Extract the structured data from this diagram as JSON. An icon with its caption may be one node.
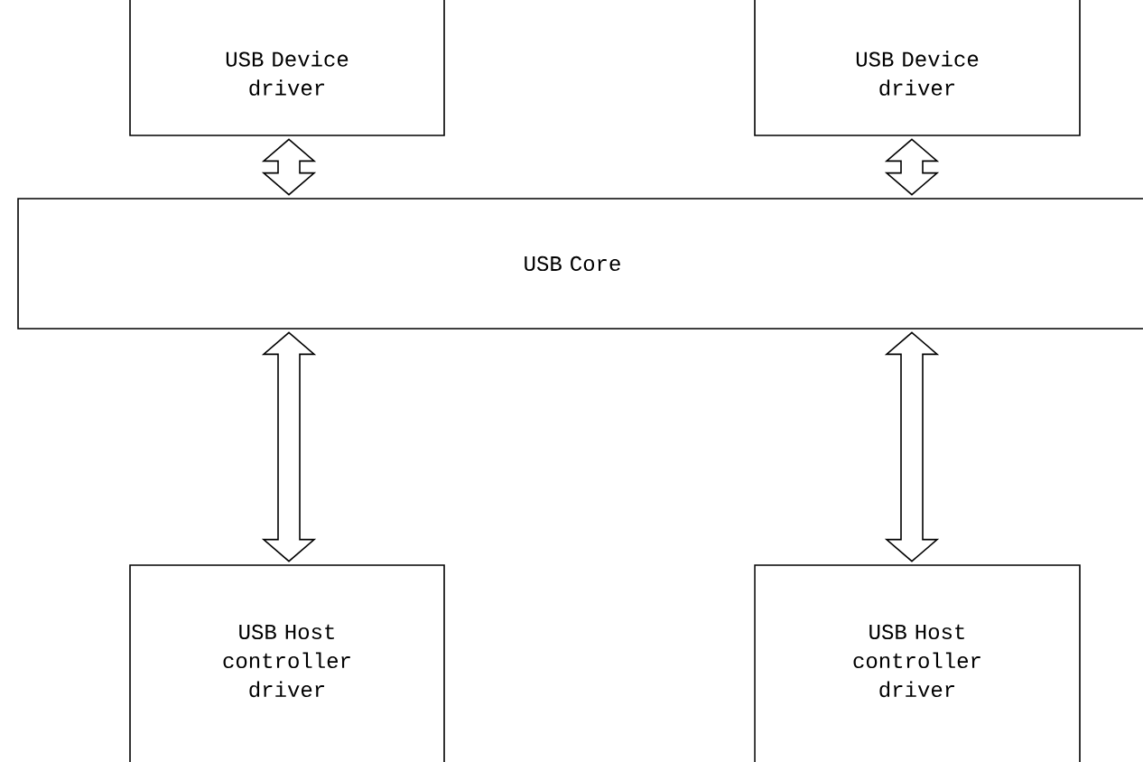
{
  "diagram": {
    "nodes": [
      {
        "text": [
          "USB Device driver"
        ]
      },
      {
        "text": [
          "USB Device driver"
        ]
      },
      {
        "text": [
          "USB Core"
        ]
      },
      {
        "text": [
          "USB Host controller driver"
        ]
      },
      {
        "text": [
          "USB Host controller driver"
        ]
      }
    ],
    "edges": [
      {
        "from": 0,
        "to": 2,
        "arrow": "both"
      },
      {
        "from": 1,
        "to": 2,
        "arrow": "both"
      },
      {
        "from": 2,
        "to": 3,
        "arrow": "both"
      },
      {
        "from": 2,
        "to": 4,
        "arrow": "both"
      }
    ]
  }
}
